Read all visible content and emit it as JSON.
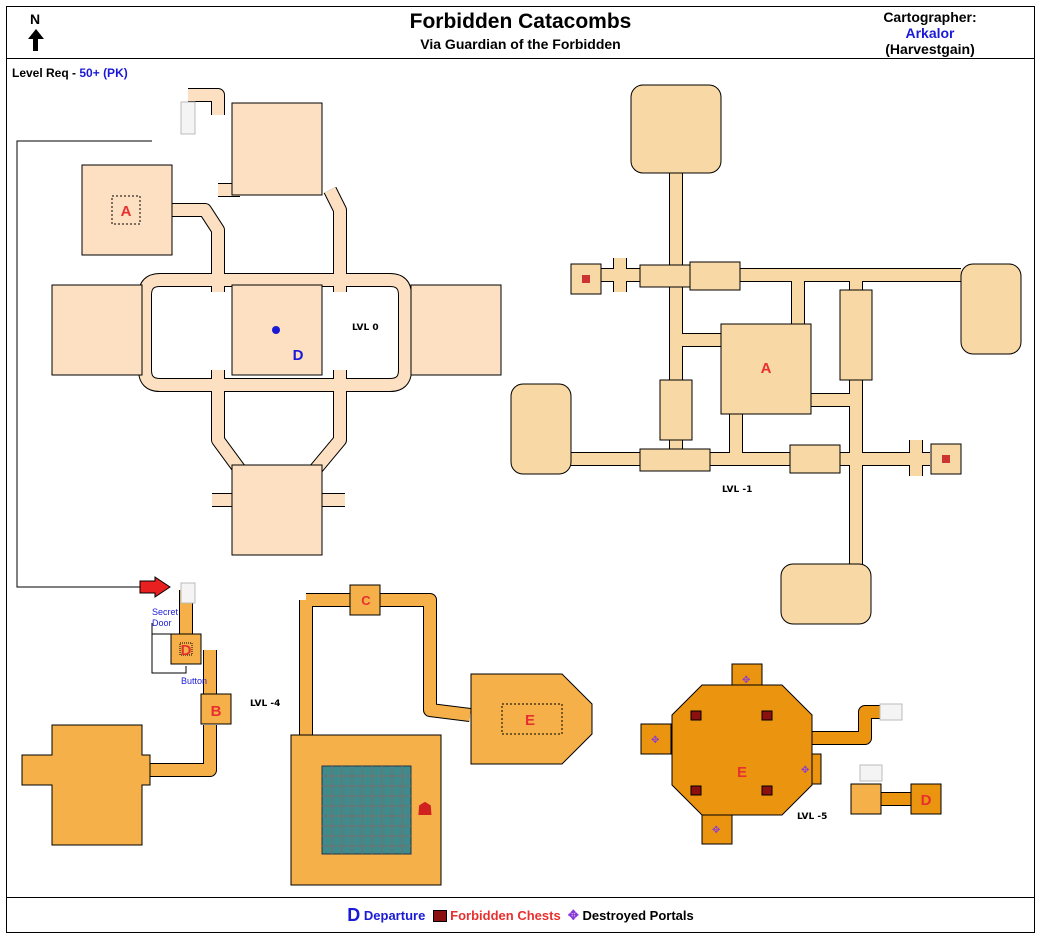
{
  "header": {
    "title": "Forbidden Catacombs",
    "subtitle": "Via Guardian of the Forbidden",
    "north": "N",
    "cartographer_label": "Cartographer:",
    "cartographer": "Arkalor",
    "cartographer_server": "(Harvestgain)"
  },
  "level_req": {
    "label": "Level Req -",
    "value": "50+ (PK)"
  },
  "levels": {
    "l0": "LVL 0",
    "l1": "LVL -1",
    "l4": "LVL -4",
    "l5": "LVL -5"
  },
  "rooms": {
    "a0": "A",
    "d0": "D",
    "a1": "A",
    "b4": "B",
    "c4": "C",
    "d4": "D",
    "e4": "E",
    "e5": "E",
    "d5": "D"
  },
  "annotations": {
    "secret_door_1": "Secret",
    "secret_door_2": "Door",
    "button": "Button"
  },
  "legend": {
    "departure_icon": "D",
    "departure": "Departure",
    "chests": "Forbidden Chests",
    "portals": "Destroyed Portals"
  },
  "colors": {
    "lvl0": "#fde0c2",
    "lvl1": "#f8d8a4",
    "lvl4": "#f5b049",
    "lvl5": "#ea940f",
    "red": "#e83030",
    "blue": "#1a1ad6"
  }
}
